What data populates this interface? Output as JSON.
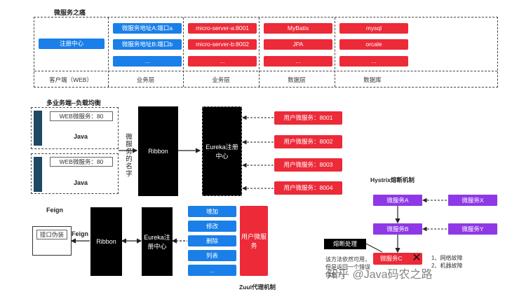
{
  "top": {
    "title": "微服务之痛",
    "client": {
      "button": "注册中心",
      "caption": "客户端（WEB）"
    },
    "biz1": {
      "items": [
        "微服务地址A:端口a",
        "微服务地址B:端口b",
        "..."
      ],
      "caption": "业务层"
    },
    "biz2": {
      "items": [
        "micro-server-a:8001",
        "micro-server-b:8002",
        "..."
      ],
      "caption": "业务层"
    },
    "data": {
      "items": [
        "MyBatis",
        "JPA",
        "..."
      ],
      "caption": "数据层"
    },
    "db": {
      "items": [
        "mysql",
        "orcale",
        "..."
      ],
      "caption": "数据库"
    }
  },
  "lb": {
    "title": "多业务端--负载均衡",
    "server_label": "WEB微服务：80",
    "java": "Java",
    "service_name": "微服务的名字",
    "ribbon": "Ribbon",
    "eureka": "Eureka注册中心",
    "users": [
      "用户微服务：8001",
      "用户微服务：8002",
      "用户微服务：8003",
      "用户微服务：8004"
    ]
  },
  "feign": {
    "title": "Feign",
    "iface": "接口伪装",
    "feign_label": "Feign",
    "ribbon": "Ribbon",
    "eureka": "Eureka注册中心",
    "ops": [
      "增加",
      "修改",
      "删除",
      "列表",
      "..."
    ],
    "user_service": "用户微服务",
    "zuul": "Zuul代理机制"
  },
  "hystrix": {
    "title": "Hystrix熔断机制",
    "nodes": [
      "微服务A",
      "微服务B",
      "微服务C",
      "微服务X",
      "微服务Y"
    ],
    "fuse": "熔断处理",
    "note": "该方法依然可用，但是返回一个错误信息了。",
    "reasons": [
      "1、网络故障",
      "2、机器故障"
    ]
  },
  "watermark": "知乎 @Java码农之路",
  "colors": {
    "blue": "#1a7fe8",
    "red": "#ec2a38",
    "purple": "#8e38e6",
    "black": "#000000"
  }
}
